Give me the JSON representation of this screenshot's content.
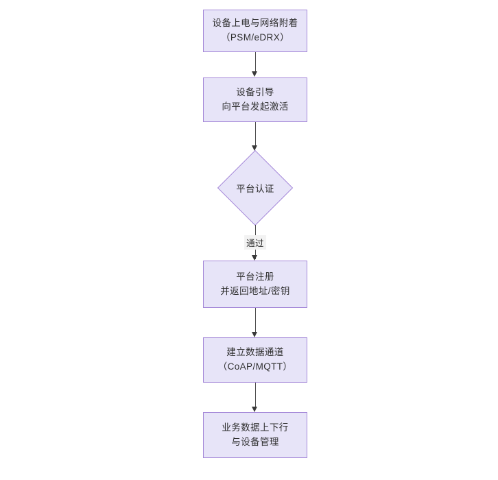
{
  "diagram": {
    "type": "flowchart",
    "orientation": "top-to-bottom",
    "colors": {
      "node_fill": "#e7e4f8",
      "node_border": "#a487d8",
      "edge_line": "#4d4d4d",
      "text": "#2f2f2f",
      "edge_label_background": "#f2f2f2",
      "canvas_background": "#ffffff"
    },
    "nodes": [
      {
        "id": "n1",
        "shape": "rectangle",
        "lines": [
          "设备上电与网络附着",
          "（PSM/eDRX）"
        ]
      },
      {
        "id": "n2",
        "shape": "rectangle",
        "lines": [
          "设备引导",
          "向平台发起激活"
        ]
      },
      {
        "id": "n3",
        "shape": "diamond",
        "lines": [
          "平台认证"
        ]
      },
      {
        "id": "n4",
        "shape": "rectangle",
        "lines": [
          "平台注册",
          "并返回地址/密钥"
        ]
      },
      {
        "id": "n5",
        "shape": "rectangle",
        "lines": [
          "建立数据通道",
          "（CoAP/MQTT）"
        ]
      },
      {
        "id": "n6",
        "shape": "rectangle",
        "lines": [
          "业务数据上下行",
          "与设备管理"
        ]
      }
    ],
    "edges": [
      {
        "id": "e1",
        "from": "n1",
        "to": "n2",
        "label": ""
      },
      {
        "id": "e2",
        "from": "n2",
        "to": "n3",
        "label": ""
      },
      {
        "id": "e3",
        "from": "n3",
        "to": "n4",
        "label": "通过"
      },
      {
        "id": "e4",
        "from": "n4",
        "to": "n5",
        "label": ""
      },
      {
        "id": "e5",
        "from": "n5",
        "to": "n6",
        "label": ""
      }
    ]
  }
}
